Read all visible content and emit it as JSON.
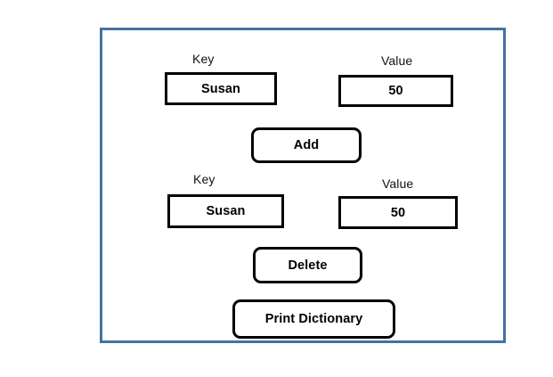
{
  "window": {
    "border_color": "#4472a0",
    "background": "#ffffff"
  },
  "add_section": {
    "key_label": "Key",
    "key_value": "Susan",
    "key_placeholder": "",
    "value_label": "Value",
    "value_value": "50",
    "value_placeholder": ""
  },
  "add_button": {
    "label": "Add"
  },
  "delete_section": {
    "key_label": "Key",
    "key_value": "Susan",
    "key_placeholder": "",
    "value_label": "Value",
    "value_value": "50",
    "value_placeholder": ""
  },
  "delete_button": {
    "label": "Delete"
  },
  "print_button": {
    "label": "Print Dictionary"
  }
}
